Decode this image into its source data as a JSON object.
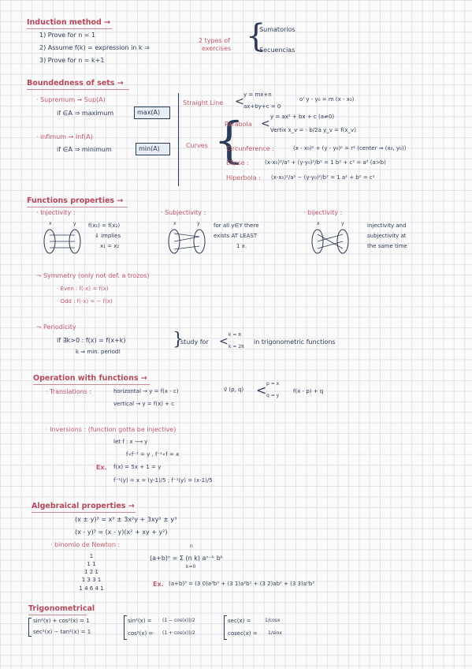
{
  "induction": {
    "title": "Induction method →",
    "step1": "1) Prove for n = 1",
    "step2": "2) Assume  f(k) = expression in k ⇒",
    "step3": "3) Prove for  n = k+1",
    "types1": "2 types of",
    "types2": "exercises",
    "opt1": "· Sumatorios",
    "opt2": "· Secuencias"
  },
  "bounded": {
    "title": "Boundedness of sets →",
    "sup": "· Supremum → Sup(A)",
    "sup_cond": "if ∈A ⇒ maximum",
    "max": "max(A)",
    "inf": "· infimum → Inf(A)",
    "inf_cond": "if ∈A ⇒ minimum",
    "min": "min(A)",
    "straight": "Straight Line",
    "line1": "y = mx+n",
    "line2": "ax+by+c = 0",
    "line3": "o' y - y₀ = m (x - x₀)",
    "curves": "Curves",
    "parabola": "Parabola",
    "par1": "y = ax² + bx + c  (a≠0)",
    "par2": "Vertix  x_v = - b/2a   y_v = f(x_v)",
    "circ_label": "Circunference :",
    "circ": "(x - x₀)² + (y - y₀)² = r²   (center ⇒ (x₀, y₀))",
    "ellipse_label": "Elipse :",
    "ellipse": "(x-x₀)²/a² + (y-y₀)²/b² = 1     b² + c² = a²  (a>b)",
    "hyper_label": "Hiperbola :",
    "hyper": "(x-x₀)²/a² − (y-y₀)²/b² = 1     a² + b² = c²"
  },
  "functions": {
    "title": "Functions properties →",
    "inj": "· Injectivity :",
    "inj_eq": "f(x₁) = f(x₂)",
    "inj_imp": "⇓ implies",
    "inj_res": "x₁ = x₂",
    "sub": "· Subjectivity :",
    "sub1": "for all y∈Y there",
    "sub2": "exists AT LEAST",
    "sub3": "1 x.",
    "bij": "· bijectivity :",
    "bij1": "injectivity and",
    "bij2": "subjectivity at",
    "bij3": "the same time",
    "x_lbl": "x",
    "y_lbl": "y",
    "sym": "⤳ Symmetry (only not def. a trozos)",
    "even": "· Even :  f(-x) = f(x)",
    "odd": "· Odd :  f(-x) = − f(x)",
    "per": "⤳ Periodicity",
    "per1": "if ∃k>0 :  f(x) = f(x+k)",
    "per2": "k ⇒ min. period!",
    "study": "study for",
    "k1": "k = π",
    "k2": "k = 2π",
    "trig": "in trigonometric functions"
  },
  "operations": {
    "title": "Operation with functions →",
    "trans": "· Translations :",
    "hor": "horizontal →  y = f(x - c)",
    "ver": "vertical →   y = f(x) + c",
    "vec": "v⃗ (p, q)",
    "px": "p = x",
    "qy": "q = y",
    "vec_res": "f(x - p) + q",
    "inv": "· Inversions : (function gotta be injective)",
    "let": "let f : x ⟶ y",
    "comp": "f∘f⁻¹ = y ,  f⁻¹∘f = x",
    "ex": "Ex.",
    "ex1": "f(x) = 5x + 1 = y",
    "ex2": "f⁻¹(y) = x = (y-1)/5  ;  f⁻¹(y) = (x-1)/5"
  },
  "algebraic": {
    "title": "Algebraical properties →",
    "cube1": "(x ± y)³ = x³ ± 3x²y + 3xy² ± y³",
    "cube2": "(x - y)³ = (x - y)(x² + xy + y²)",
    "newton": "· binomio de Newton :",
    "pascal": [
      "1",
      "1   1",
      "1   2   1",
      "1   3   3   1",
      "1   4   6   4   1"
    ],
    "binom": "(a+b)ⁿ = Σ (n k) aⁿ⁻ᵏ bᵏ",
    "sum_top": "n",
    "sum_bot": "k=0",
    "ex": "Ex.",
    "binom_ex": "(a+b)³ = (3 0)a³b⁰ + (3 1)a²b¹ + (3 2)ab² + (3 3)a⁰b³"
  },
  "trig": {
    "title": "Trigonometrical",
    "id1": "sin²(x) + cos²(x) = 1",
    "id2": "sec²(x) − tan²(x) = 1",
    "sin2": "sin²(x) =",
    "sin2f": "(1 − cos(x))/2",
    "cos2": "cos²(x) =",
    "cos2f": "(1 + cos(x))/2",
    "sec": "sec(x) =",
    "secf": "1/cosx",
    "cosec": "cosec(x) =",
    "cosecf": "1/sinx"
  }
}
